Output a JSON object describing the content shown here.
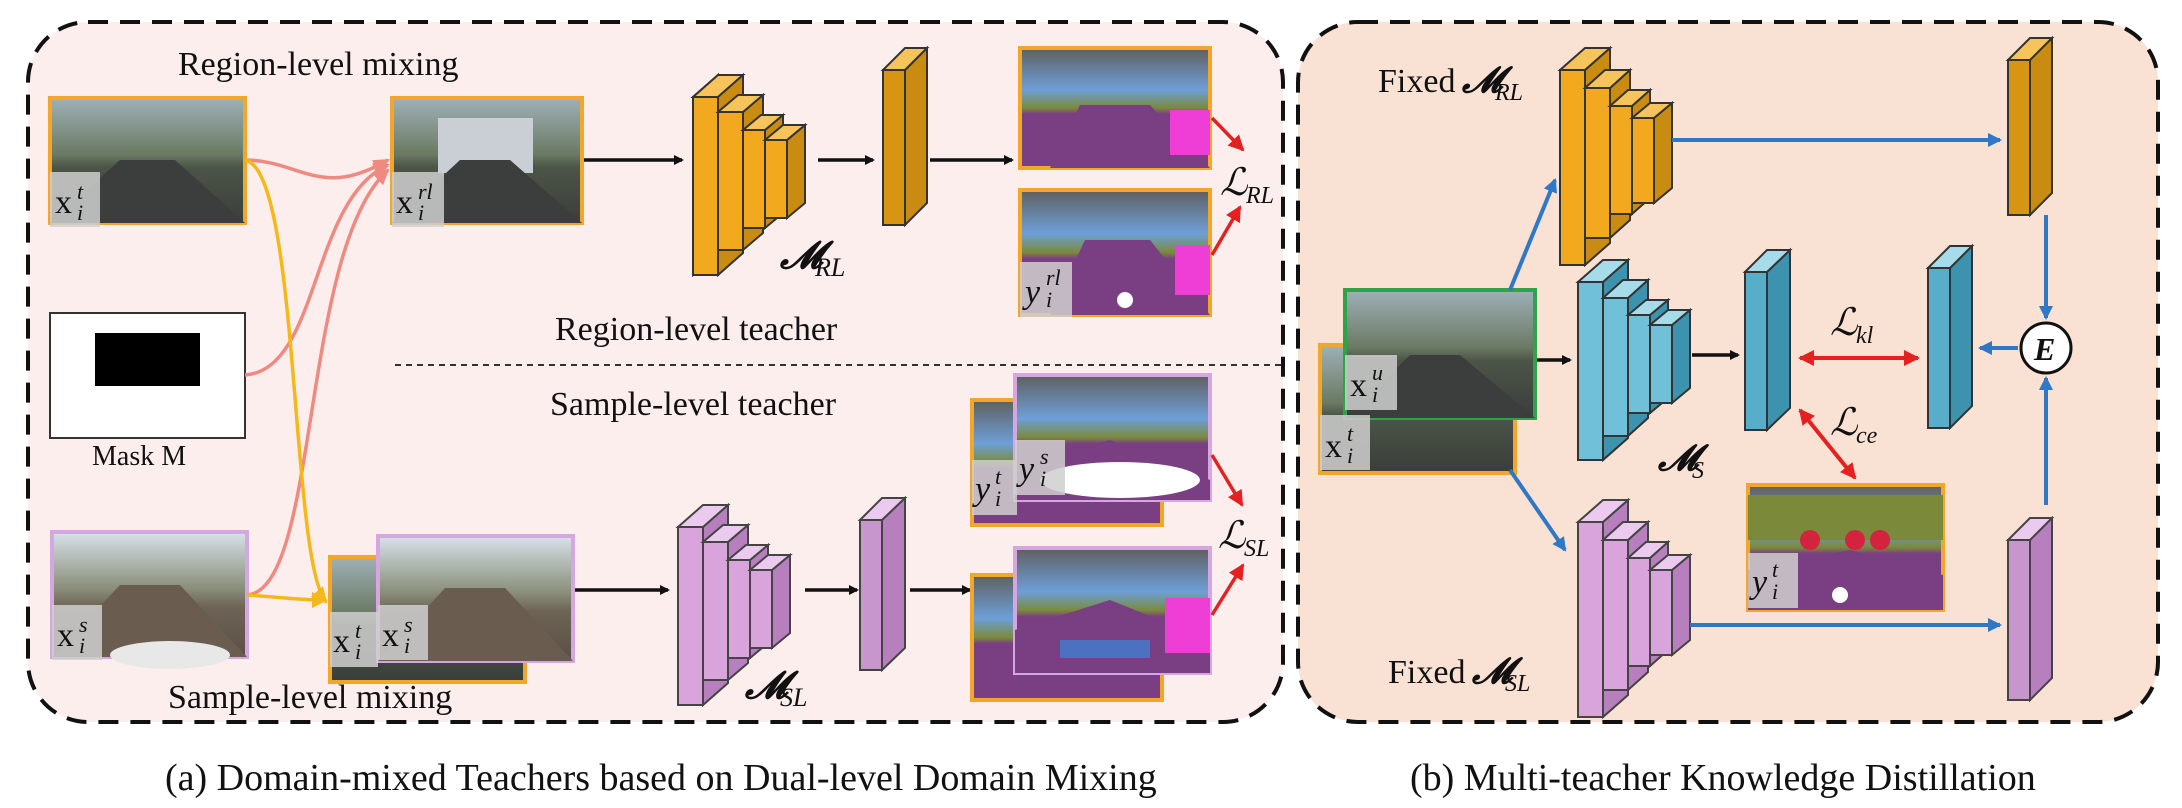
{
  "panel_a": {
    "region_mixing_label": "Region-level mixing",
    "sample_mixing_label": "Sample-level mixing",
    "mask_label": "Mask M",
    "region_teacher_label": "Region-level teacher",
    "sample_teacher_label": "Sample-level teacher",
    "model_rl": "𝓜RL",
    "model_sl": "𝓜SL",
    "loss_rl": "ℒRL",
    "loss_sl": "ℒSL",
    "img_target": "x_i^t",
    "img_mixed_rl": "x_i^rl",
    "img_source": "x_i^s",
    "img_target_back": "x_i^t",
    "img_source_front": "x_i^s",
    "seg_rl": "y_i^rl",
    "seg_target": "y_i^t",
    "seg_source": "y_i^s",
    "caption": "(a) Domain-mixed Teachers based on Dual-level Domain Mixing"
  },
  "panel_b": {
    "fixed_rl": "Fixed 𝓜RL",
    "fixed_sl": "Fixed 𝓜SL",
    "student": "𝓜S",
    "loss_kl": "ℒkl",
    "loss_ce": "ℒce",
    "ensemble": "E",
    "img_unlabeled": "x_i^u",
    "img_target": "x_i^t",
    "seg_target": "y_i^t",
    "caption": "(b) Multi-teacher Knowledge Distillation"
  },
  "colors": {
    "panel_a_bg": "#fdeeee",
    "panel_b_bg": "#f9e1d3",
    "orange_block": "#f3a91e",
    "teal_block": "#6fc0d8",
    "purple_block": "#d9a3dc",
    "arrow_black": "#111111",
    "arrow_blue": "#2e78c7",
    "arrow_red": "#e52020",
    "arrow_yellow": "#f5b81a",
    "arrow_pink": "#f08a80",
    "frame_orange": "#f2a72a",
    "frame_purple": "#d6a6e0",
    "frame_green": "#2ea34a"
  }
}
